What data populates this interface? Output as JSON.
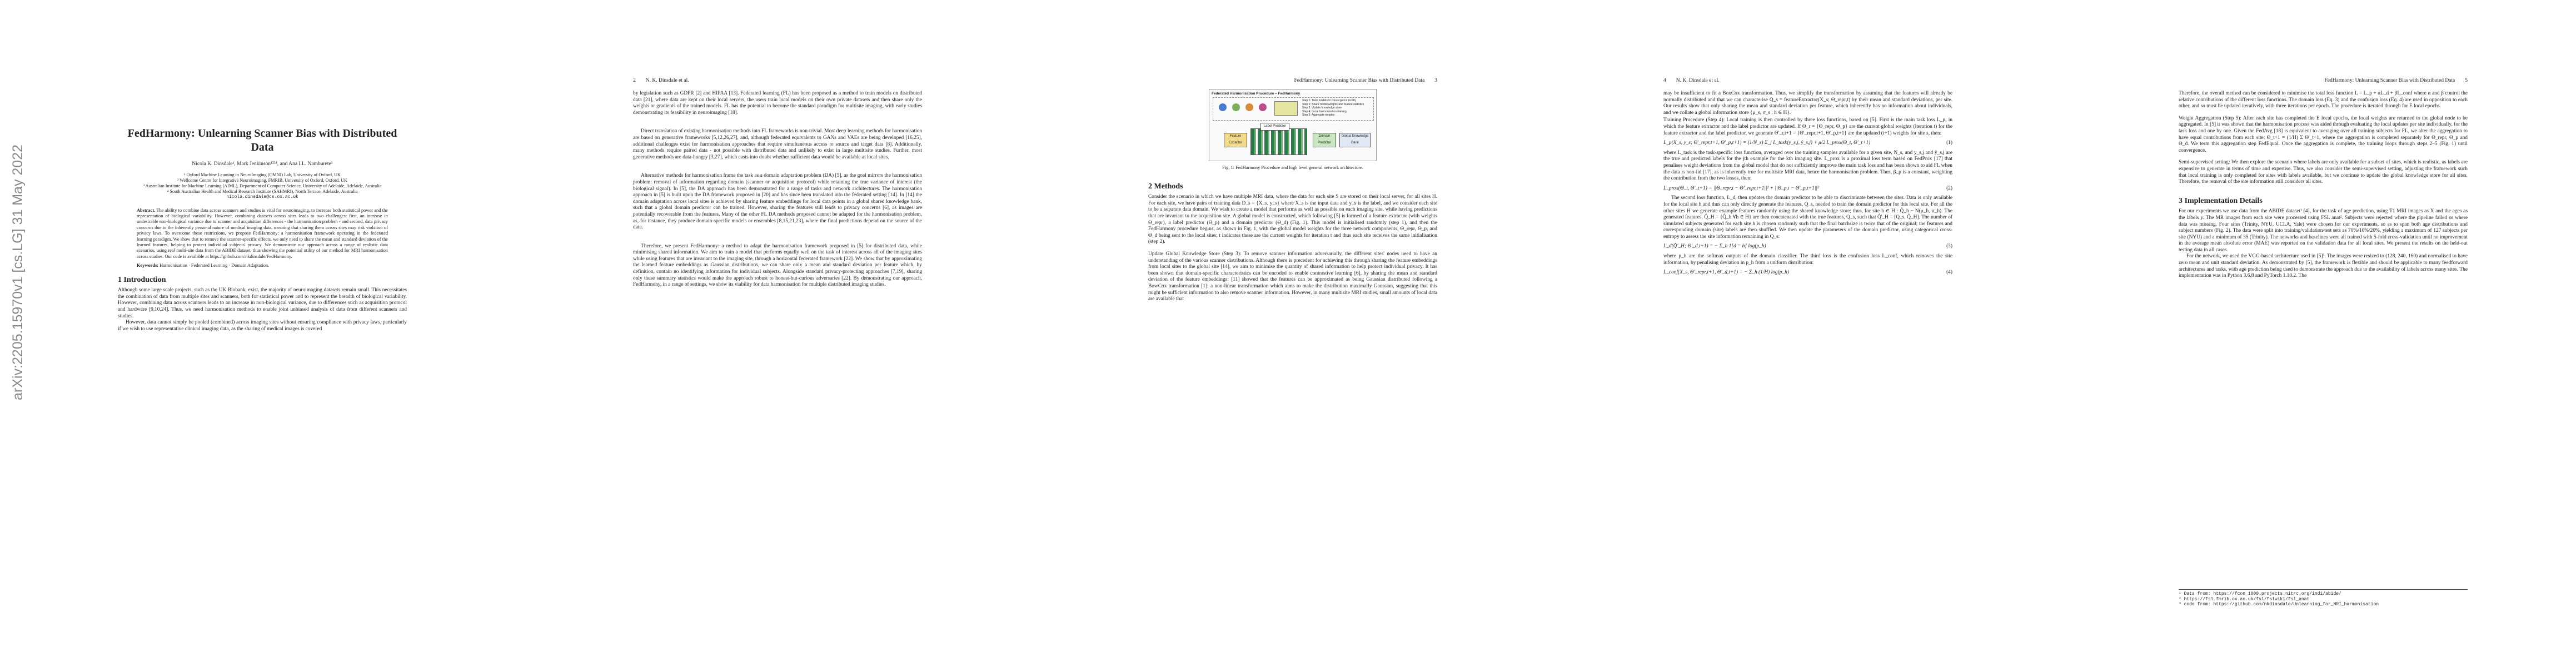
{
  "arxiv_id": "arXiv:2205.15970v1  [cs.LG]  31 May 2022",
  "page1": {
    "title": "FedHarmony: Unlearning Scanner Bias with Distributed Data",
    "authors": "Nicola K. Dinsdale¹, Mark Jenkinson¹²³⁴, and Ana I.L. Namburete¹",
    "affiliations": [
      "¹ Oxford Machine Learning in NeuroImaging (OMNI) Lab, University of Oxford, UK",
      "² Wellcome Centre for Integrative Neuroimaging, FMRIB, University of Oxford, Oxford, UK",
      "³ Australian Institute for Machine Learning (AIML), Department of Computer Science, University of Adelaide, Adelaide, Australia",
      "⁴ South Australian Health and Medical Research Institute (SAHMRI), North Terrace, Adelaide, Australia"
    ],
    "email": "nicola.dinsdale@cs.ox.ac.uk",
    "abstract_label": "Abstract.",
    "abstract": "The ability to combine data across scanners and studies is vital for neuroimaging, to increase both statistical power and the representation of biological variability. However, combining datasets across sites leads to two challenges: first, an increase in undesirable non-biological variance due to scanner and acquisition differences - the harmonisation problem - and second, data privacy concerns due to the inherently personal nature of medical imaging data, meaning that sharing them across sites may risk violation of privacy laws. To overcome these restrictions, we propose FedHarmony: a harmonisation framework operating in the federated learning paradigm. We show that to remove the scanner-specific effects, we only need to share the mean and standard deviation of the learned features, helping to protect individual subjects' privacy. We demonstrate our approach across a range of realistic data scenarios, using real multi-site data from the ABIDE dataset, thus showing the potential utility of our method for MRI harmonisation across studies. Our code is available at https://github.com/nkdinsdale/FedHarmony.",
    "keywords_label": "Keywords:",
    "keywords": "Harmonisation · Federated Learning · Domain Adaptation.",
    "section_title": "1   Introduction",
    "intro": [
      "Although some large scale projects, such as the UK Biobank, exist, the majority of neuroimaging datasets remain small. This necessitates the combination of data from multiple sites and scanners, both for statistical power and to represent the breadth of biological variability. However, combining data across scanners leads to an increase in non-biological variance, due to differences such as acquisition protocol and hardware [9,10,24]. Thus, we need harmonisation methods to enable joint unbiased analysis of data from different scanners and studies.",
      "However, data cannot simply be pooled (combined) across imaging sites without ensuring compliance with privacy laws, particularly if we wish to use representative clinical imaging data, as the sharing of medical images is covered"
    ]
  },
  "page2": {
    "header_num": "2",
    "header_title": "N. K. Dinsdale et al.",
    "paras": [
      "by legislation such as GDPR [2] and HIPAA [13]. Federated learning (FL) has been proposed as a method to train models on distributed data [21], where data are kept on their local servers, the users train local models on their own private datasets and then share only the weights or gradients of the trained models. FL has the potential to become the standard paradigm for multisite imaging, with early studies demonstrating its feasibility in neuroimaging [18].",
      "Direct translation of existing harmonisation methods into FL frameworks is non-trivial. Most deep learning methods for harmonisation are based on generative frameworks [5,12,26,27], and, although federated equivalents to GANs and VAEs are being developed [16,25], additional challenges exist for harmonisation approaches that require simultaneous access to source and target data [8]. Additionally, many methods require paired data - not possible with distributed data and unlikely to exist in large multisite studies. Further, most generative methods are data-hungry [3,27], which casts into doubt whether sufficient data would be available at local sites.",
      "Alternative methods for harmonisation frame the task as a domain adaptation problem (DA) [5], as the goal mirrors the harmonisation problem: removal of information regarding domain (scanner or acquisition protocol) while retaining the true variance of interest (the biological signal). In [5], the DA approach has been demonstrated for a range of tasks and network architectures. The harmonisation approach in [5] is built upon the DA framework proposed in [20] and has since been translated into the federated setting [14]. In [14] the domain adaptation across local sites is achieved by sharing feature embeddings for local data points in a global shared knowledge bank, such that a global domain predictor can be trained. However, sharing the features still leads to privacy concerns [6], as images are potentially recoverable from the features. Many of the other FL DA methods proposed cannot be adapted for the harmonisation problem, as, for instance, they produce domain-specific models or ensembles [8,15,21,23], where the final predictions depend on the source of the data.",
      "Therefore, we present FedHarmony: a method to adapt the harmonisation framework proposed in [5] for distributed data, while minimising shared information. We aim to train a model that performs equally well on the task of interest across all of the imaging sites while using features that are invariant to the imaging site, through a horizontal federated framework [22]. We show that by approximating the learned feature embeddings as Gaussian distributions, we can share only a mean and standard deviation per feature which, by definition, contain no identifying information for individual subjects. Alongside standard privacy-protecting approaches [7,19], sharing only these summary statistics would make the approach robust to honest-but-curious adversaries [22]. By demonstrating our approach, FedHarmony, in a range of settings, we show its viability for data harmonisation for multiple distributed imaging studies."
    ]
  },
  "page3": {
    "header_title": "FedHarmony: Unlearning Scanner Bias with Distributed Data",
    "header_num": "3",
    "figure": {
      "top_title": "Federated Harmonisation Procedure – FedHarmony",
      "steps": [
        "Step 1: Train models to convergence locally",
        "Step 2: Share model weights and feature statistics",
        "Step 3: Update knowledge store",
        "Step 4: Local harmonisation training",
        "Step 5: Aggregate weights"
      ],
      "feature_extractor": "Feature Extractor",
      "label_predictor": "Label Predictor",
      "domain_predictor": "Domain Predictor",
      "knowledge_bank": "Global Knowledge Bank"
    },
    "caption": "Fig. 1: FedHarmony Procedure and high level general network architecture.",
    "section_title": "2   Methods",
    "paras": [
      "Consider the scenario in which we have multiple MRI data, where the data for each site S are stored on their local server, for all sites H. For each site, we have pairs of training data D_s = {X_s, y_s} where X_s is the input data and y_s is the label, and we consider each site to be a separate data domain. We wish to create a model that performs as well as possible on each imaging site, while having predictions that are invariant to the acquisition site. A global model is constructed, which following [5] is formed of a feature extractor (with weights Θ_repr), a label predictor (Θ_p) and a domain predictor (Θ_d) (Fig. 1). This model is initialised randomly (step 1), and then the FedHarmony procedure begins, as shown in Fig. 1, with the global model weights for the three network components, Θ_repr, Θ_p, and Θ_d being sent to the local sites; t indicates these are the current weights for iteration t and thus each site receives the same initialisation (step 2).",
      "Update Global Knowledge Store (Step 3): To remove scanner information adversarially, the different sites' nodes need to have an understanding of the various scanner distributions. Although there is precedent for achieving this through sharing the feature embeddings from local sites to the global site [14], we aim to minimise the quantity of shared information to help protect individual privacy. It has been shown that domain-specific characteristics can be encoded to enable contrastive learning [6], by sharing the mean and standard deviation of the feature embeddings: [11] showed that the features can be approximated as being Gaussian distributed following a BowCox transformation [1]: a non-linear transformation which aims to make the distribution maximally Gaussian, suggesting that this might be sufficient information to also remove scanner information. However, in many multisite MRI studies, small amounts of local data are available that"
    ]
  },
  "page4": {
    "header_num": "4",
    "header_title": "N. K. Dinsdale et al.",
    "paras": [
      "may be insufficient to fit a BoxCox transformation. Thus, we simplify the transformation by assuming that the features will already be normally distributed and that we can characterise Q_s = featureExtractor(X_s; Θ_repr,t) by their mean and standard deviations, per site. Our results show that only sharing the mean and standard deviation per feature, which inherently has no information about individuals, and we collate a global information store {μ_s, σ_s : h ∈ H}.",
      "Training Procedure (Step 4): Local training is then controlled by three loss functions, based on [5]. First is the main task loss L_p, in which the feature extractor and the label predictor are updated. If Θ_r = {Θ_repr, Θ_p} are the current global weights (iteration t) for the feature extractor and the label predictor, we generate Θ'_r,t+1 = {Θ'_repr,t+1, Θ'_p,t+1} are the updated (t+1) weights for site s, then:",
      "where L_task is the task-specific loss function, averaged over the training samples available for a given site, N_s, and y_s,j and ŷ_s,j are the true and predicted labels for the jth example for the kth imaging site. L_prox is a proximal loss term based on FedProx [17] that penalises weight deviations from the global model that do not sufficiently improve the main task loss and has been shown to aid FL when the data is non-iid [17], as is inherently true for multisite MRI data, hence the harmonisation problem. Thus, β_p is a constant, weighting the contribution from the two losses, then:",
      "The second loss function, L_d, then updates the domain predictor to be able to discriminate between the sites. Data is only available for the local site h and thus can only directly generate the features, Q_s, needed to train the domain predictor for this local site. For all the other sites H we generate example features randomly using the shared knowledge store; thus, for site h ∈ H : Q̂_h ~ N(μ_h, σ_h). The generated features, Q̂_H = {Q̂_h ∀h ∈ H} are then concatenated with the true features, Q_s, such that Q̂'_H = [Q_s, Q̂_H]. The number of simulated subjects generated for each site h is chosen randomly such that the final batchsize is twice that of the original; the features and corresponding domain (site) labels are then shuffled. We then update the parameters of the domain predictor, using categorical cross-entropy to assess the site information remaining in Q_s:",
      "where p_h are the softmax outputs of the domain classifier. The third loss is the confusion loss L_conf, which removes the site information, by penalising deviation in p_h from a uniform distribution:"
    ],
    "eq1": "L_p(X_s, y_s; Θ'_repr,t+1, Θ'_p,t+1) = (1/N_s) Σ_j L_task(y_s,j, ŷ_s,j) + μ/2 L_prox(Θ_t, Θ'_t+1)",
    "eq1_no": "(1)",
    "eq2": "L_prox(Θ_t, Θ'_t+1) = ||Θ_repr,t − Θ'_repr,t+1||² + ||Θ_p,t − Θ'_p,t+1||²",
    "eq2_no": "(2)",
    "eq3": "L_d(Q̂'_H; Θ'_d,t+1) = − Σ_h 1[d = h] log(p_h)",
    "eq3_no": "(3)",
    "eq4": "L_conf(X_s, Θ'_repr,t+1, Θ'_d,t+1) = − Σ_h (1/H) log(p_h)",
    "eq4_no": "(4)"
  },
  "page5": {
    "header_title": "FedHarmony: Unlearning Scanner Bias with Distributed Data",
    "header_num": "5",
    "paras": [
      "Therefore, the overall method can be considered to minimise the total loss function L = L_p + αL_d + βL_conf where α and β control the relative contributions of the different loss functions. The domain loss (Eq. 3) and the confusion loss (Eq. 4) are used in opposition to each other, and so must be updated iteratively, with three iterations per epoch. The procedure is iterated through for E local epochs.",
      "Weight Aggregation (Step 5): After each site has completed the E local epochs, the local weights are returned to the global node to be aggregated. In [5] it was shown that the harmonisation process was aided through evaluating the local updates per site individually, for the task loss and one by one. Given the FedAvg [18] is equivalent to averaging over all training subjects for FL, we alter the aggregation to have equal contributions from each site: Θ_t+1 = (1/H) Σ Θ'_t+1, where the aggregation is completed separately for Θ_repr, Θ_p and Θ_d. We term this aggregation step FedEqual. Once the aggregation is complete, the training loops through steps 2–5 (Fig. 1) until convergence.",
      "Semi-supervised setting: We then explore the scenario where labels are only available for a subset of sites, which is realistic, as labels are expensive to generate in terms of time and expertise. Thus, we also consider the semi-supervised setting, adjusting the framework such that local training is only completed for sites with labels available, but we continue to update the global knowledge store for all sites. Therefore, the removal of the site information still considers all sites."
    ],
    "section_title": "3   Implementation Details",
    "impl": [
      "For our experiments we use data from the ABIDE dataset¹ [4], for the task of age prediction, using T1 MRI images as X and the ages as the labels y. The MR images from each site were processed using FSL anat². Subjects were rejected where the pipeline failed or where data was missing. Four sites (Trinity, NYU, UCLA, Yale) were chosen for our experiments, so as to span both age distributions and subject numbers (Fig. 2). The data were split into training/validation/test sets as 70%/10%/20%, yielding a maximum of 127 subjects per site (NYU) and a minimum of 35 (Trinity). The networks and baselines were all trained with 5-fold cross-validation until no improvement in the average mean absolute error (MAE) was reported on the validation data for all local sites. We present the results on the held-out testing data in all cases.",
      "For the network, we used the VGG-based architecture used in [5]³. The images were resized to (128, 240, 160) and normalised to have zero mean and unit standard deviation. As demonstrated by [5], the framework is flexible and should be applicable to many feedforward architectures and tasks, with age prediction being used to demonstrate the approach due to the availability of labels across many sites. The implementation was in Python 3.6.8 and PyTorch 1.10.2. The"
    ],
    "footnotes": [
      "¹ Data from: https://fcon_1000.projects.nitrc.org/indi/abide/",
      "² https://fsl.fmrib.ox.ac.uk/fsl/fslwiki/fsl_anat",
      "³ code from: https://github.com/nkdinsdale/Unlearning_for_MRI_harmonisation"
    ]
  }
}
